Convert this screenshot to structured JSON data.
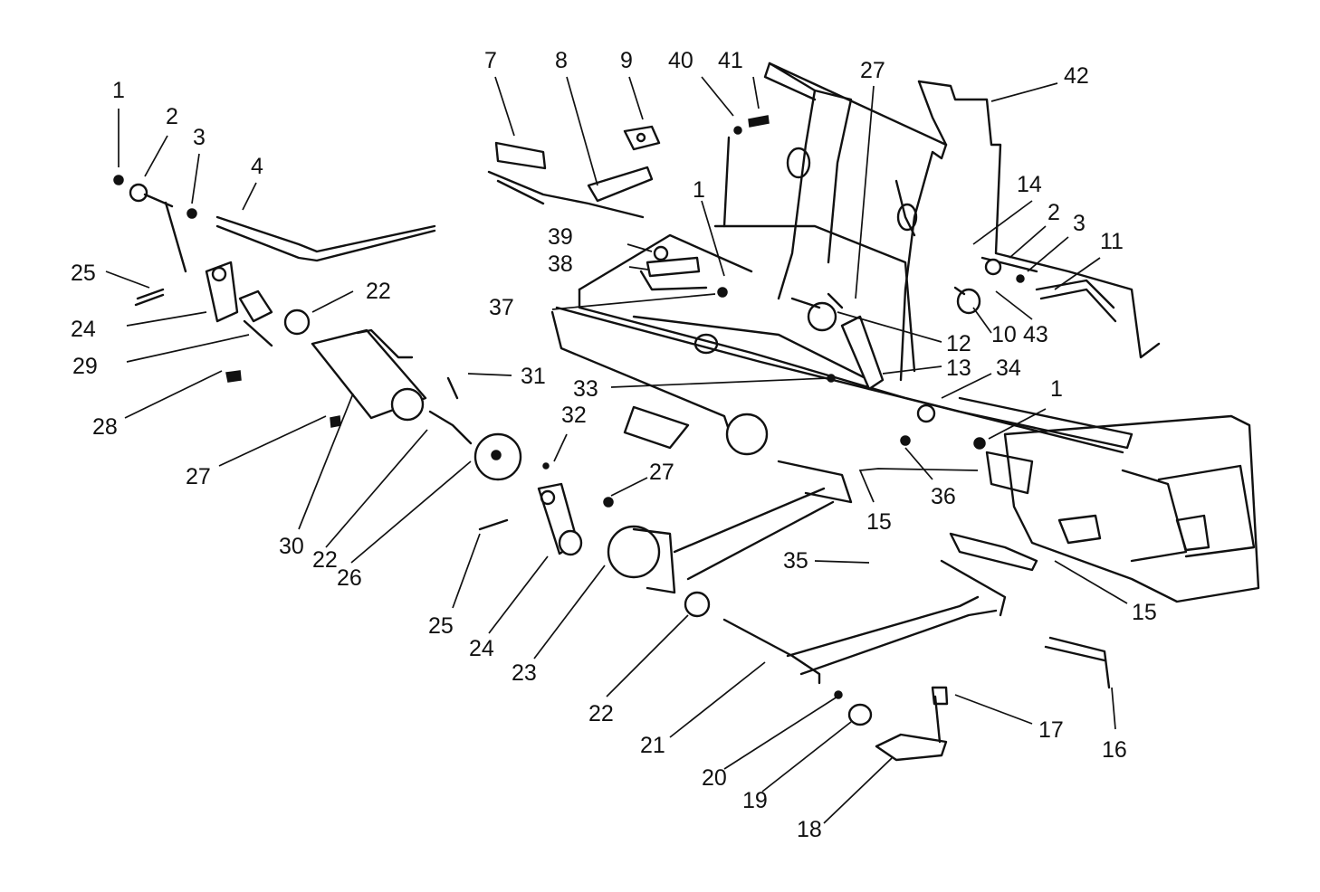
{
  "figure": {
    "colors": {
      "ink": "#111111",
      "background": "#ffffff"
    },
    "callouts": [
      {
        "id": "c1a",
        "label": "1"
      },
      {
        "id": "c2a",
        "label": "2"
      },
      {
        "id": "c3a",
        "label": "3"
      },
      {
        "id": "c4",
        "label": "4"
      },
      {
        "id": "c25a",
        "label": "25"
      },
      {
        "id": "c24a",
        "label": "24"
      },
      {
        "id": "c22a",
        "label": "22"
      },
      {
        "id": "c29",
        "label": "29"
      },
      {
        "id": "c28",
        "label": "28"
      },
      {
        "id": "c27a",
        "label": "27"
      },
      {
        "id": "c30",
        "label": "30"
      },
      {
        "id": "c22b",
        "label": "22"
      },
      {
        "id": "c26",
        "label": "26"
      },
      {
        "id": "c31",
        "label": "31"
      },
      {
        "id": "c32",
        "label": "32"
      },
      {
        "id": "c7",
        "label": "7"
      },
      {
        "id": "c8",
        "label": "8"
      },
      {
        "id": "c9",
        "label": "9"
      },
      {
        "id": "c40",
        "label": "40"
      },
      {
        "id": "c41",
        "label": "41"
      },
      {
        "id": "c27b",
        "label": "27"
      },
      {
        "id": "c42",
        "label": "42"
      },
      {
        "id": "c1b",
        "label": "1"
      },
      {
        "id": "c39",
        "label": "39"
      },
      {
        "id": "c38",
        "label": "38"
      },
      {
        "id": "c37",
        "label": "37"
      },
      {
        "id": "c14",
        "label": "14"
      },
      {
        "id": "c2b",
        "label": "2"
      },
      {
        "id": "c3b",
        "label": "3"
      },
      {
        "id": "c11",
        "label": "11"
      },
      {
        "id": "c12",
        "label": "12"
      },
      {
        "id": "c10",
        "label": "10"
      },
      {
        "id": "c43",
        "label": "43"
      },
      {
        "id": "c13",
        "label": "13"
      },
      {
        "id": "c34",
        "label": "34"
      },
      {
        "id": "c33",
        "label": "33"
      },
      {
        "id": "c1c",
        "label": "1"
      },
      {
        "id": "c36",
        "label": "36"
      },
      {
        "id": "c15a",
        "label": "15"
      },
      {
        "id": "c27c",
        "label": "27"
      },
      {
        "id": "c25b",
        "label": "25"
      },
      {
        "id": "c24b",
        "label": "24"
      },
      {
        "id": "c23",
        "label": "23"
      },
      {
        "id": "c22c",
        "label": "22"
      },
      {
        "id": "c35",
        "label": "35"
      },
      {
        "id": "c15b",
        "label": "15"
      },
      {
        "id": "c16",
        "label": "16"
      },
      {
        "id": "c17",
        "label": "17"
      },
      {
        "id": "c21",
        "label": "21"
      },
      {
        "id": "c20",
        "label": "20"
      },
      {
        "id": "c19",
        "label": "19"
      },
      {
        "id": "c18",
        "label": "18"
      }
    ]
  }
}
